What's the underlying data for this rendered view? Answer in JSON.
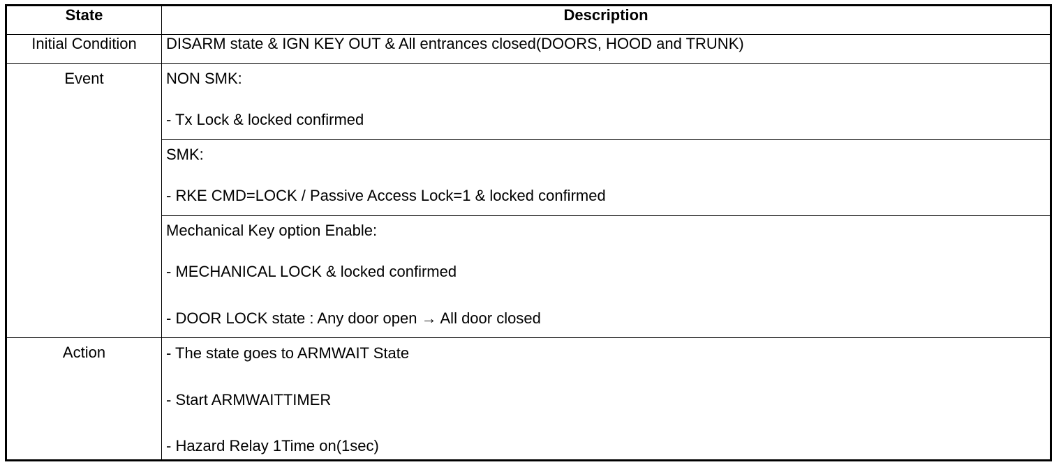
{
  "table": {
    "headers": {
      "state": "State",
      "description": "Description"
    },
    "initial_condition": {
      "state": "Initial Condition",
      "description": "DISARM state & IGN KEY OUT & All entrances closed(DOORS, HOOD and TRUNK)"
    },
    "event": {
      "state": "Event",
      "blocks": [
        {
          "title": "NON SMK:",
          "lines": [
            "- Tx Lock & locked confirmed"
          ]
        },
        {
          "title": "SMK:",
          "lines": [
            "- RKE CMD=LOCK / Passive Access Lock=1 & locked confirmed"
          ]
        },
        {
          "title": "Mechanical Key option Enable:",
          "lines": [
            "- MECHANICAL LOCK & locked confirmed",
            "- DOOR LOCK state : Any door open → All door closed"
          ]
        }
      ]
    },
    "action": {
      "state": "Action",
      "lines": [
        "- The state goes to ARMWAIT State",
        "- Start ARMWAITTIMER",
        "- Hazard Relay 1Time on(1sec)"
      ]
    }
  }
}
